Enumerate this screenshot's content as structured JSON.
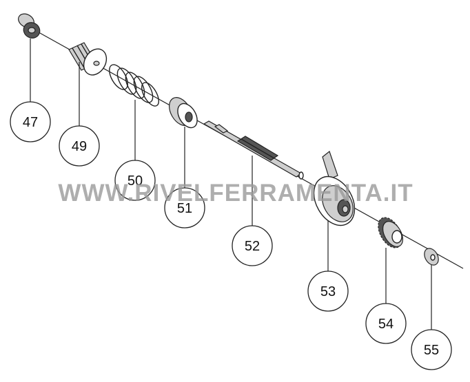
{
  "diagram": {
    "watermark": "WWW.RIVELFERRAMENTA.IT",
    "callouts": [
      "47",
      "49",
      "50",
      "51",
      "52",
      "53",
      "54",
      "55"
    ]
  }
}
